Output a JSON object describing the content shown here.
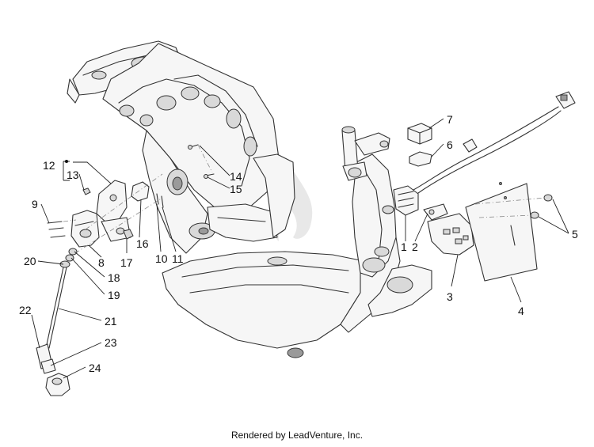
{
  "diagram": {
    "callouts": [
      {
        "id": "c1",
        "label": "1"
      },
      {
        "id": "c2",
        "label": "2"
      },
      {
        "id": "c3",
        "label": "3"
      },
      {
        "id": "c4",
        "label": "4"
      },
      {
        "id": "c5",
        "label": "5"
      },
      {
        "id": "c6",
        "label": "6"
      },
      {
        "id": "c7",
        "label": "7"
      },
      {
        "id": "c8",
        "label": "8"
      },
      {
        "id": "c9",
        "label": "9"
      },
      {
        "id": "c10",
        "label": "10"
      },
      {
        "id": "c11",
        "label": "11"
      },
      {
        "id": "c12",
        "label": "12"
      },
      {
        "id": "c13",
        "label": "13"
      },
      {
        "id": "c14",
        "label": "14"
      },
      {
        "id": "c15",
        "label": "15"
      },
      {
        "id": "c16",
        "label": "16"
      },
      {
        "id": "c17",
        "label": "17"
      },
      {
        "id": "c18",
        "label": "18"
      },
      {
        "id": "c19",
        "label": "19"
      },
      {
        "id": "c20",
        "label": "20"
      },
      {
        "id": "c21",
        "label": "21"
      },
      {
        "id": "c22",
        "label": "22"
      },
      {
        "id": "c23",
        "label": "23"
      },
      {
        "id": "c24",
        "label": "24"
      }
    ]
  },
  "footer": {
    "text": "Rendered by LeadVenture, Inc."
  }
}
